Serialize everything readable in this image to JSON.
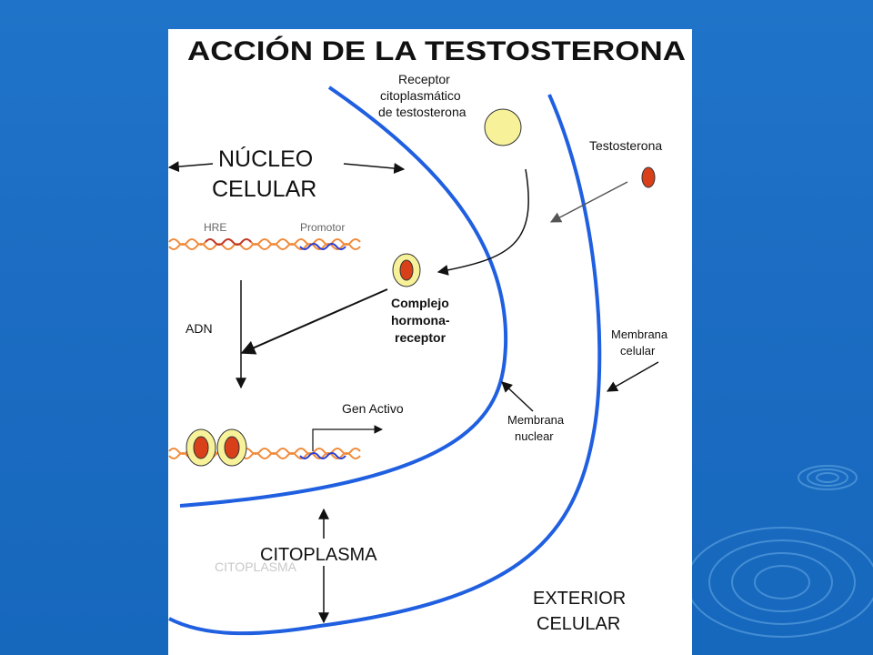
{
  "title": "ACCIÓN DE LA TESTOSTERONA",
  "labels": {
    "receptor_line1": "Receptor",
    "receptor_line2": "citoplasmático",
    "receptor_line3": "de testosterona",
    "testosterona": "Testosterona",
    "nucleo_line1": "NÚCLEO",
    "nucleo_line2": "CELULAR",
    "hre": "HRE",
    "promotor": "Promotor",
    "complejo_line1": "Complejo",
    "complejo_line2": "hormona-",
    "complejo_line3": "receptor",
    "adn": "ADN",
    "gen_activo": "Gen Activo",
    "membrana_nuclear_line1": "Membrana",
    "membrana_nuclear_line2": "nuclear",
    "membrana_celular_line1": "Membrana",
    "membrana_celular_line2": "celular",
    "citoplasma": "CITOPLASMA",
    "citoplasma_faint": "CITOPLASMA",
    "exterior_line1": "EXTERIOR",
    "exterior_line2": "CELULAR"
  },
  "colors": {
    "background": "#1b6cc2",
    "membrane": "#1f5fe0",
    "receptor_fill": "#f7f29a",
    "hormone_fill": "#d9401a",
    "dna_orange": "#f08a3a",
    "dna_blue": "#2a3fd0"
  }
}
